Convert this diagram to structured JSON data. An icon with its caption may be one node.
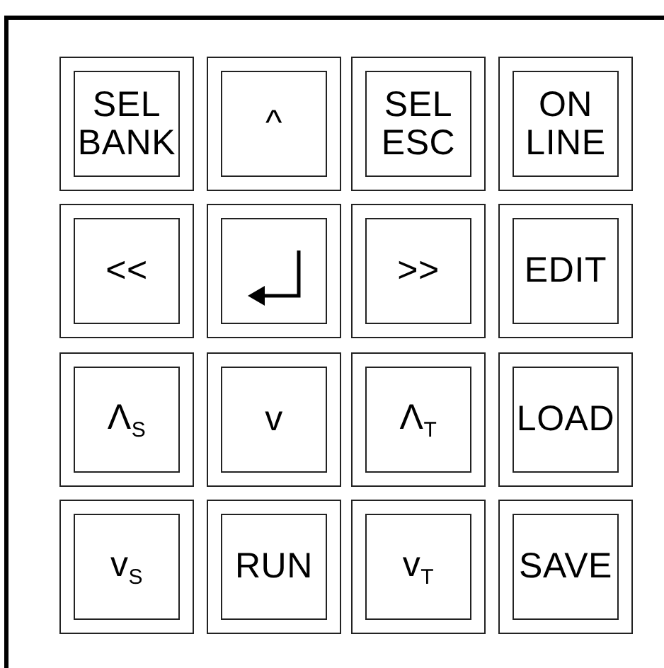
{
  "diagram": {
    "nodes": [
      {
        "text": [
          "SEL BANK"
        ]
      },
      {
        "text": [
          "^"
        ]
      },
      {
        "text": [
          "SEL ESC"
        ]
      },
      {
        "text": [
          "ON LINE"
        ]
      },
      {
        "text": [
          "<<"
        ]
      },
      {
        "text": [],
        "shape": "box"
      },
      {
        "text": [
          ">>"
        ]
      },
      {
        "text": [
          "EDIT"
        ]
      },
      {
        "text": [
          "Λ$_{S}$"
        ]
      },
      {
        "text": [
          "v"
        ]
      },
      {
        "text": [
          "Λ$_{T}$"
        ]
      },
      {
        "text": [
          "LOAD"
        ]
      },
      {
        "text": [
          "v$_{S}$"
        ]
      },
      {
        "text": [
          "RUN"
        ]
      },
      {
        "text": [
          "v$_{T}$"
        ]
      },
      {
        "text": [
          "SAVE"
        ]
      }
    ]
  }
}
